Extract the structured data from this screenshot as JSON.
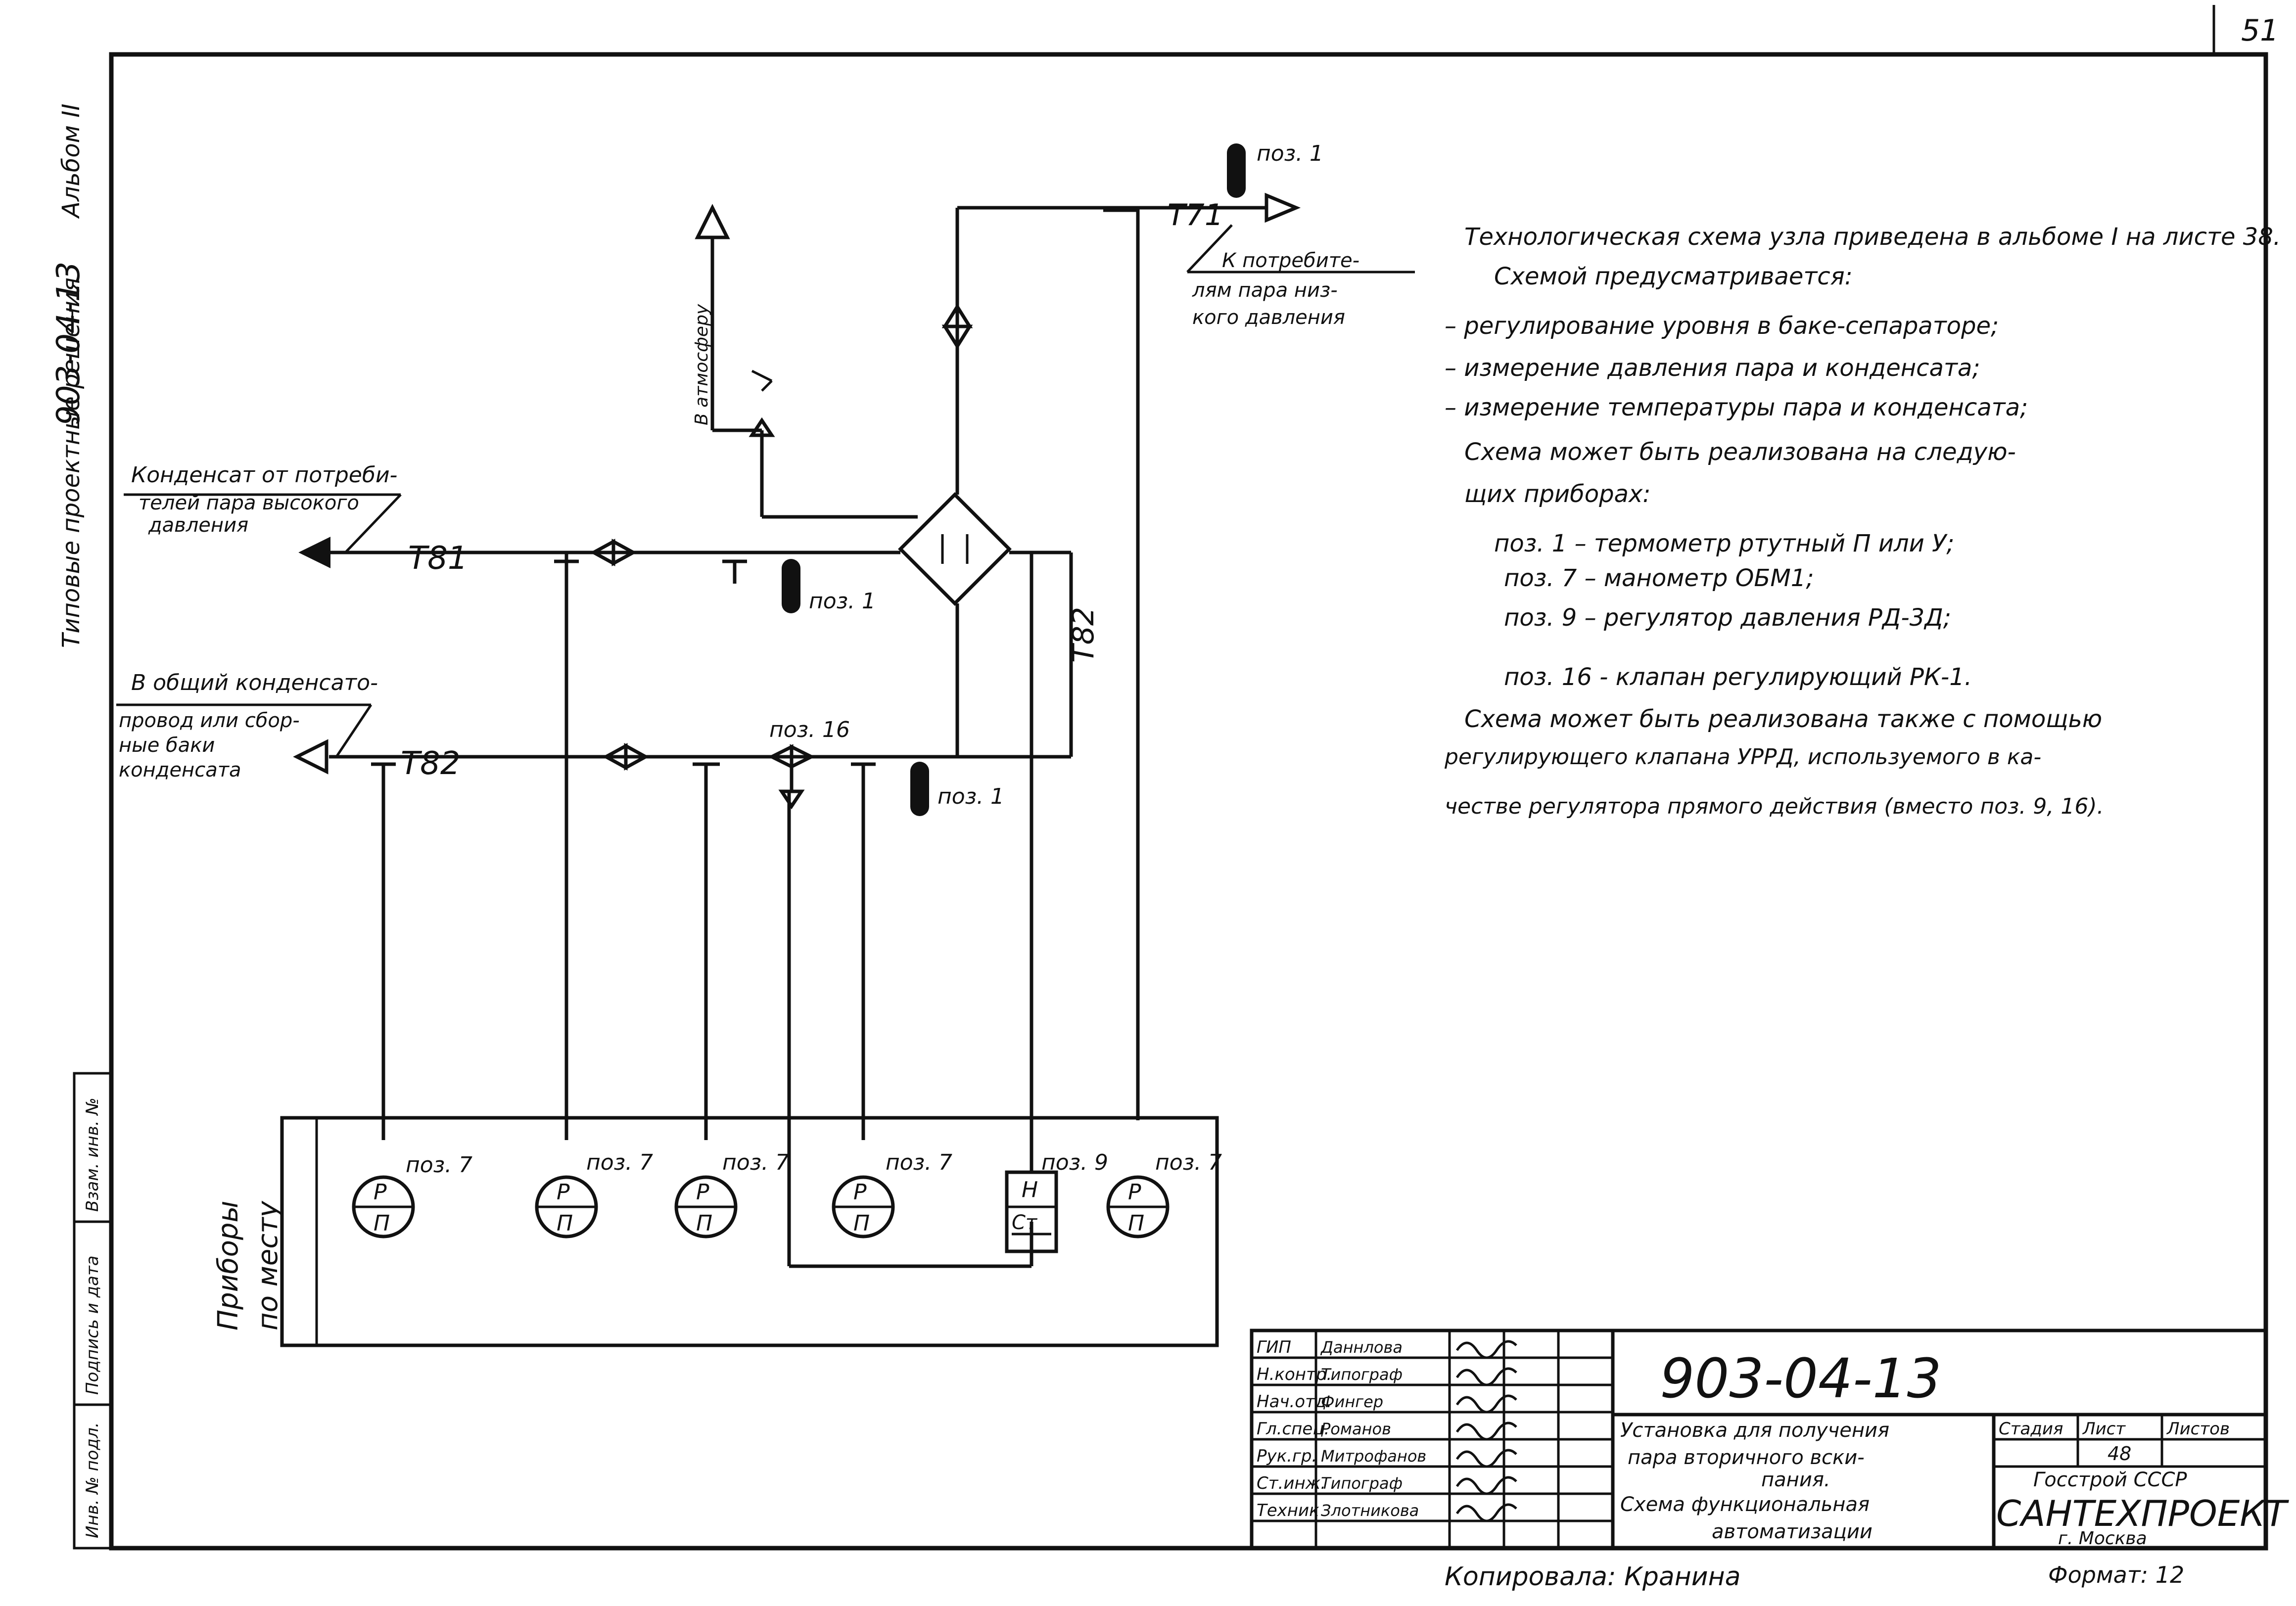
{
  "sheet_number": "51",
  "album": {
    "series_label": "Типовые проектные решения",
    "code": "903-04-13",
    "album_label": "Альбом II"
  },
  "description": {
    "line1": "Технологическая схема узла приведена в альбоме I на листе 38.",
    "line2": "Схемой предусматривается:",
    "line3": "– регулирование уровня в баке-сепараторе;",
    "line4": "– измерение давления пара и конденсата;",
    "line5": "– измерение температуры пара и конденсата;",
    "line6": "Схема может быть реализована на следую-",
    "line7": "щих приборах:",
    "line8": "поз. 1 – термометр ртутный П или У;",
    "line9": "поз. 7 – манометр ОБМ1;",
    "line10": "поз. 9 – регулятор давления РД-3Д;",
    "line11": "поз. 16 - клапан регулирующий РК-1.",
    "line12": "Схема может быть реализована также с помощью",
    "line13": "регулирующего клапана УРРД, используемого в ка-",
    "line14": "честве регулятора прямого действия (вместо поз. 9, 16)."
  },
  "diagram": {
    "consumer_low": [
      "К потребите-",
      "лям пара низ-",
      "кого давления"
    ],
    "to_atmosphere": "В атмосферу",
    "condensate_from": [
      "Конденсат от потреби-",
      "телей пара высокого",
      "давления"
    ],
    "condensate_to": [
      "В общий конденсато-",
      "провод или сбор-",
      "ные баки",
      "конденсата"
    ],
    "pipe_t71": "Т71",
    "pipe_t81": "Т81",
    "pipe_t82": "Т82",
    "pos1": "поз. 1",
    "pos7": "поз. 7",
    "pos9": "поз. 9",
    "pos16": "поз. 16",
    "gauge_top": "Р",
    "gauge_bottom": "П",
    "reg_top": "Н",
    "reg_bottom": "Ст",
    "instruments_label": [
      "Приборы",
      "по месту"
    ]
  },
  "left_stamp": [
    "Инв. № подл.",
    "Подпись и дата",
    "Взам. инв. №"
  ],
  "title_block": {
    "doc_code": "903-04-13",
    "title_lines": [
      "Установка для получения",
      "пара вторичного вски-",
      "пания.",
      "Схема функциональная",
      "автоматизации"
    ],
    "stage_header": "Стадия",
    "sheet_header": "Лист",
    "sheets_header": "Листов",
    "sheet_value": "48",
    "org1": "Госстрой СССР",
    "org2": "САНТЕХПРОЕКТ",
    "city": "г. Москва",
    "roles": [
      "ГИП",
      "Н.контр.",
      "Нач.отд.",
      "Гл.спец.",
      "Рук.гр.",
      "Ст.инж.",
      "Техник"
    ],
    "names": [
      "Даннлова",
      "Типограф",
      "Фингер",
      "Романов",
      "Митрофанов",
      "Типограф",
      "Злотникова"
    ]
  },
  "footer": {
    "copied_by": "Копировала: Кранина",
    "format": "Формат: 12"
  }
}
